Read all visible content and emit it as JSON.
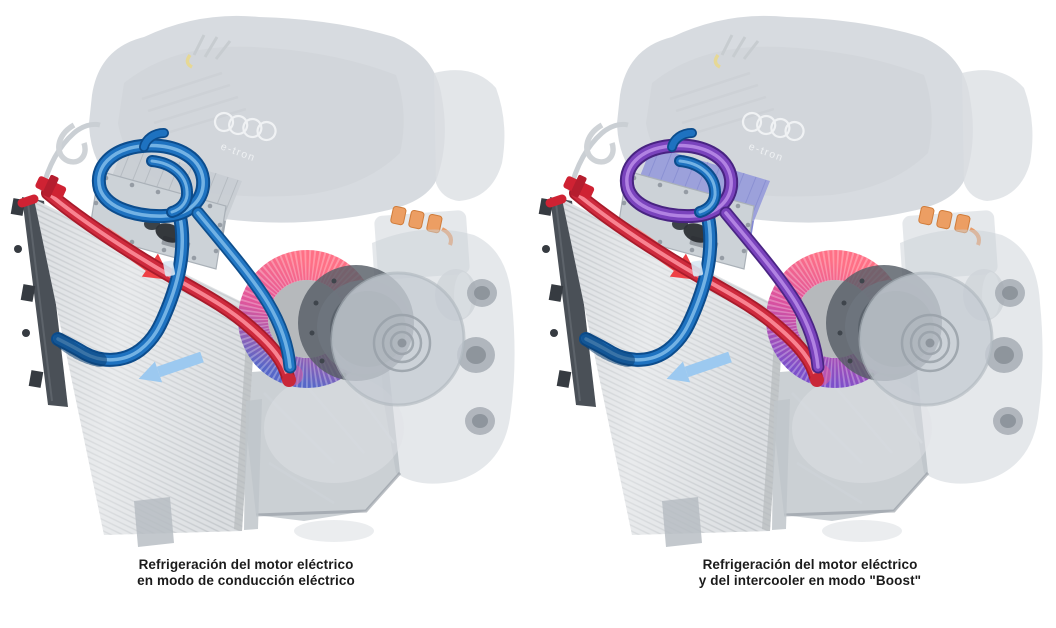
{
  "figure": {
    "type": "technical-illustration",
    "background": "#ffffff",
    "brand_logo": "audi-rings-logo",
    "colors": {
      "hot_outer": "#a81c2c",
      "hot_mid": "#df3245",
      "hot_hi": "#ff93a0",
      "cold_outer": "#0c4c8c",
      "cold_mid": "#1e72c0",
      "cold_hi": "#7cb9e8",
      "airflow_in_head": "#ee4146",
      "airflow_in_tail": "#f9a09a",
      "airflow_out": "#9cc9f0",
      "hv_connector": "#ec9e63",
      "hv_connector_edge": "#d07c3a",
      "radiator_face": "#dcdfe2",
      "radiator_fin": "#c5c9cd",
      "radiator_tank": "#4a5057",
      "faded_metal": "#c2c8cf",
      "caption_text": "#1b1b1b"
    },
    "panels": [
      {
        "id": "electric-drive-mode",
        "engine_badge": "e-tron",
        "caption": {
          "line1": "Refrigeración del motor eléctrico",
          "line2": "en modo de conducción eléctrico"
        },
        "art": {
          "loop_outer": "#0c4c8c",
          "loop_mid": "#1e72c0",
          "loop_hi": "#7cb9e8",
          "diag_outer": "#0f4f8d",
          "diag_mid": "#2277c4",
          "diag_hi": "#79b7e8",
          "ic_top": "#c9ced4",
          "ic_line": "#aeb4bb",
          "ic_front": "#9aa2aa",
          "stator_stop1": "#ff7086",
          "stator_stop2": "#e0559b",
          "stator_stop3": "#5667c8"
        }
      },
      {
        "id": "boost-mode",
        "engine_badge": "e-tron",
        "caption": {
          "line1": "Refrigeración del motor eléctrico",
          "line2": "y del intercooler en modo \"Boost\""
        },
        "art": {
          "loop_outer": "#482381",
          "loop_mid": "#7a43bd",
          "loop_hi": "#b78ae6",
          "diag_outer": "#4a2584",
          "diag_mid": "#7a43bd",
          "diag_hi": "#b78ae6",
          "ic_top": "#989ddb",
          "ic_line": "#8086d0",
          "ic_front": "#7a7fd0",
          "stator_stop1": "#ff7086",
          "stator_stop2": "#d9509f",
          "stator_stop3": "#7c4fca"
        }
      }
    ]
  }
}
